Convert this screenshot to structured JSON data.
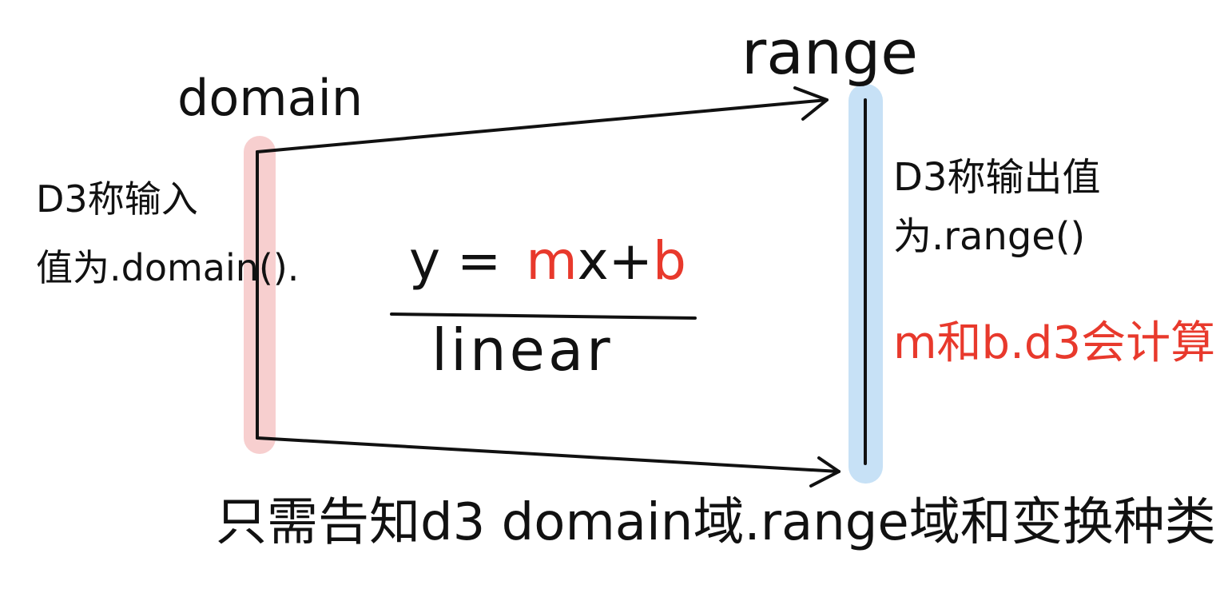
{
  "labels": {
    "range": "range",
    "domain": "domain"
  },
  "left_note": {
    "line1": "D3称输入",
    "line2": "值为.domain()."
  },
  "equation": {
    "y": "y =",
    "m": "m",
    "x": "x+",
    "b": "b"
  },
  "equation_label": "linear",
  "right_note": {
    "line1": "D3称输出值",
    "line2": "为.range()"
  },
  "red_note": "m和b.d3会计算",
  "bottom_note": "只需告知d3 domain域.range域和变换种类",
  "colors": {
    "ink": "#111111",
    "red": "#e8392c",
    "domain_highlight": "#f7cfcf",
    "range_highlight": "#c7e1f6"
  }
}
